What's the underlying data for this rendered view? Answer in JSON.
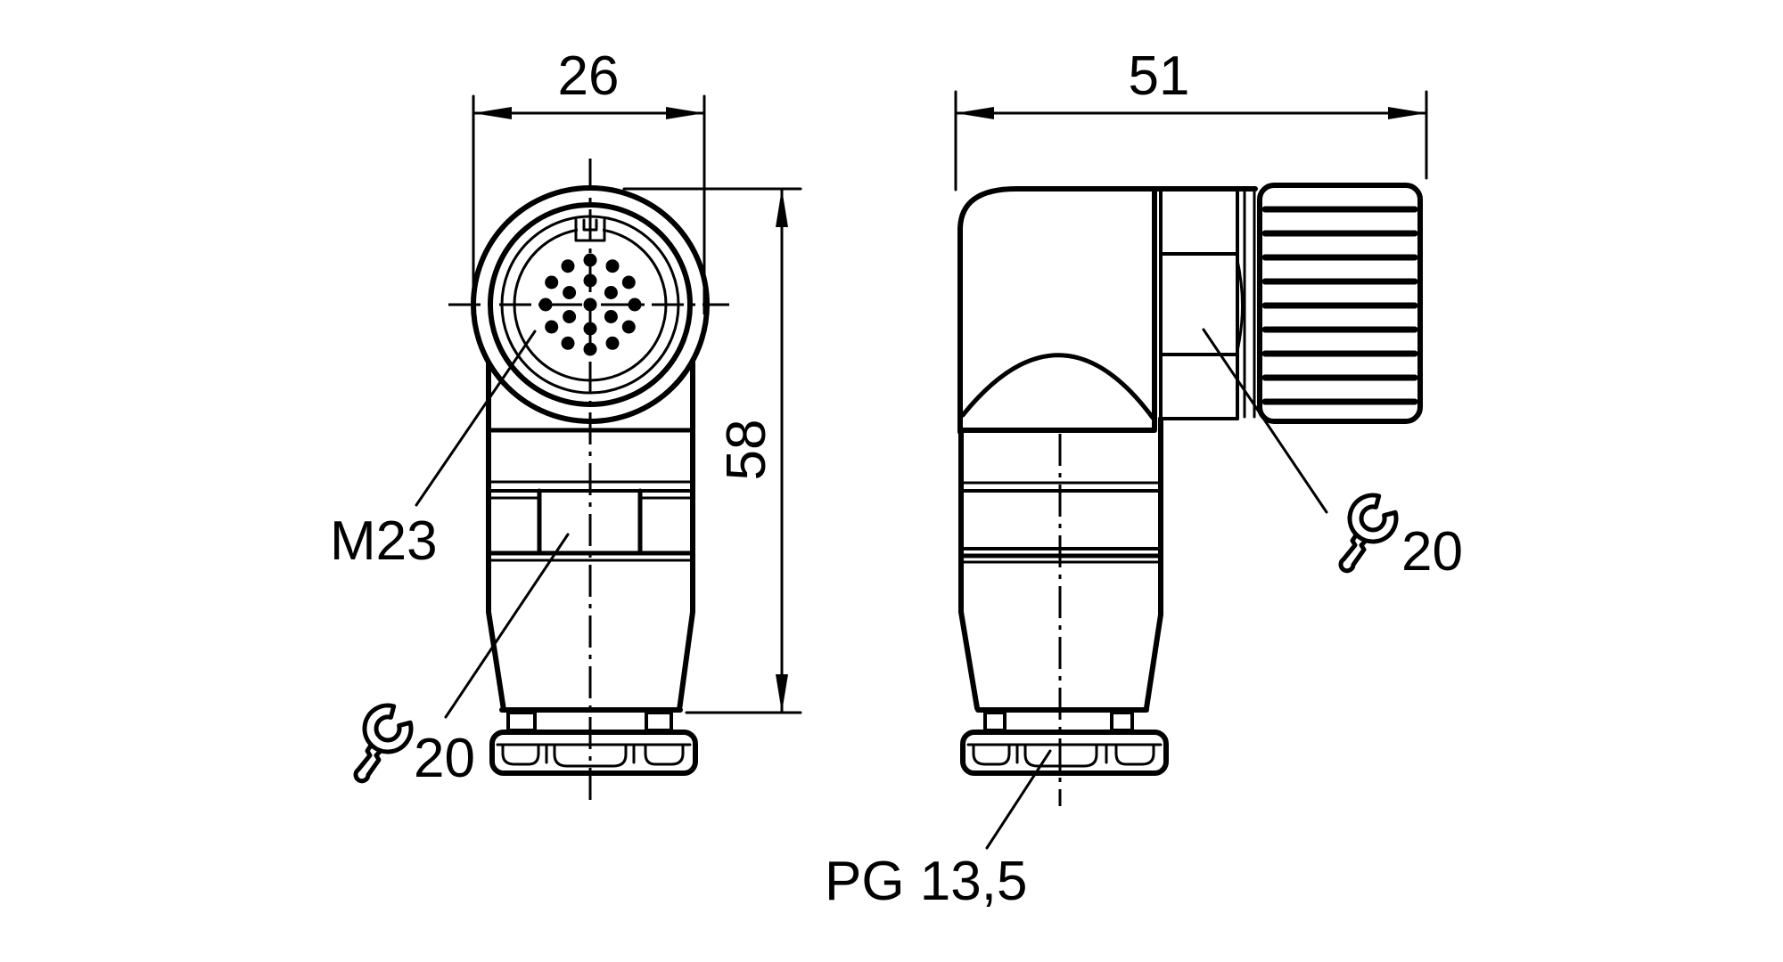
{
  "dimensions": {
    "front_width_mm": "26",
    "front_height_mm": "58",
    "side_width_mm": "51"
  },
  "labels": {
    "thread": "M23",
    "wrench_front": "20",
    "wrench_side": "20",
    "cable_gland": "PG 13,5"
  },
  "icons": {
    "wrench_front": "wrench-icon",
    "wrench_side": "wrench-icon"
  },
  "colors": {
    "ink": "#000000",
    "background": "#ffffff"
  }
}
